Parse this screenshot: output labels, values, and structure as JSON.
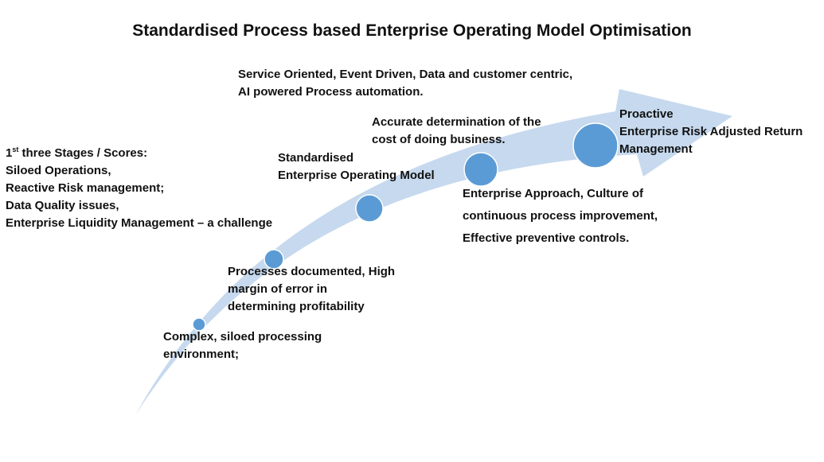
{
  "title": "Standardised Process based Enterprise Operating Model Optimisation",
  "colors": {
    "arrow": "#c6d9ee",
    "dot": "#5b9bd5",
    "dot_edge": "#ffffff",
    "text": "#111111"
  },
  "stages": [
    {
      "label": [
        "Complex, siloed processing",
        "environment;"
      ]
    },
    {
      "label": [
        "Processes documented, High",
        "margin of error in",
        "determining profitability"
      ]
    },
    {
      "label": [
        "Standardised",
        "Enterprise Operating Model"
      ]
    },
    {
      "label": [
        "Accurate determination of the",
        "cost of doing business."
      ]
    },
    {
      "label": [
        "Proactive",
        "Enterprise Risk Adjusted Return",
        "Management"
      ]
    }
  ],
  "notes": {
    "top": [
      "Service Oriented, Event Driven, Data and customer centric,",
      "AI powered Process automation."
    ],
    "right": [
      "Enterprise Approach, Culture of",
      "continuous process improvement,",
      "Effective preventive controls."
    ],
    "left_heading_num": "1",
    "left_heading_sup": "st",
    "left_heading_rest": " three Stages / Scores:",
    "left": [
      "Siloed Operations,",
      "Reactive Risk management;",
      "Data Quality issues,",
      "Enterprise Liquidity Management – a challenge"
    ]
  }
}
